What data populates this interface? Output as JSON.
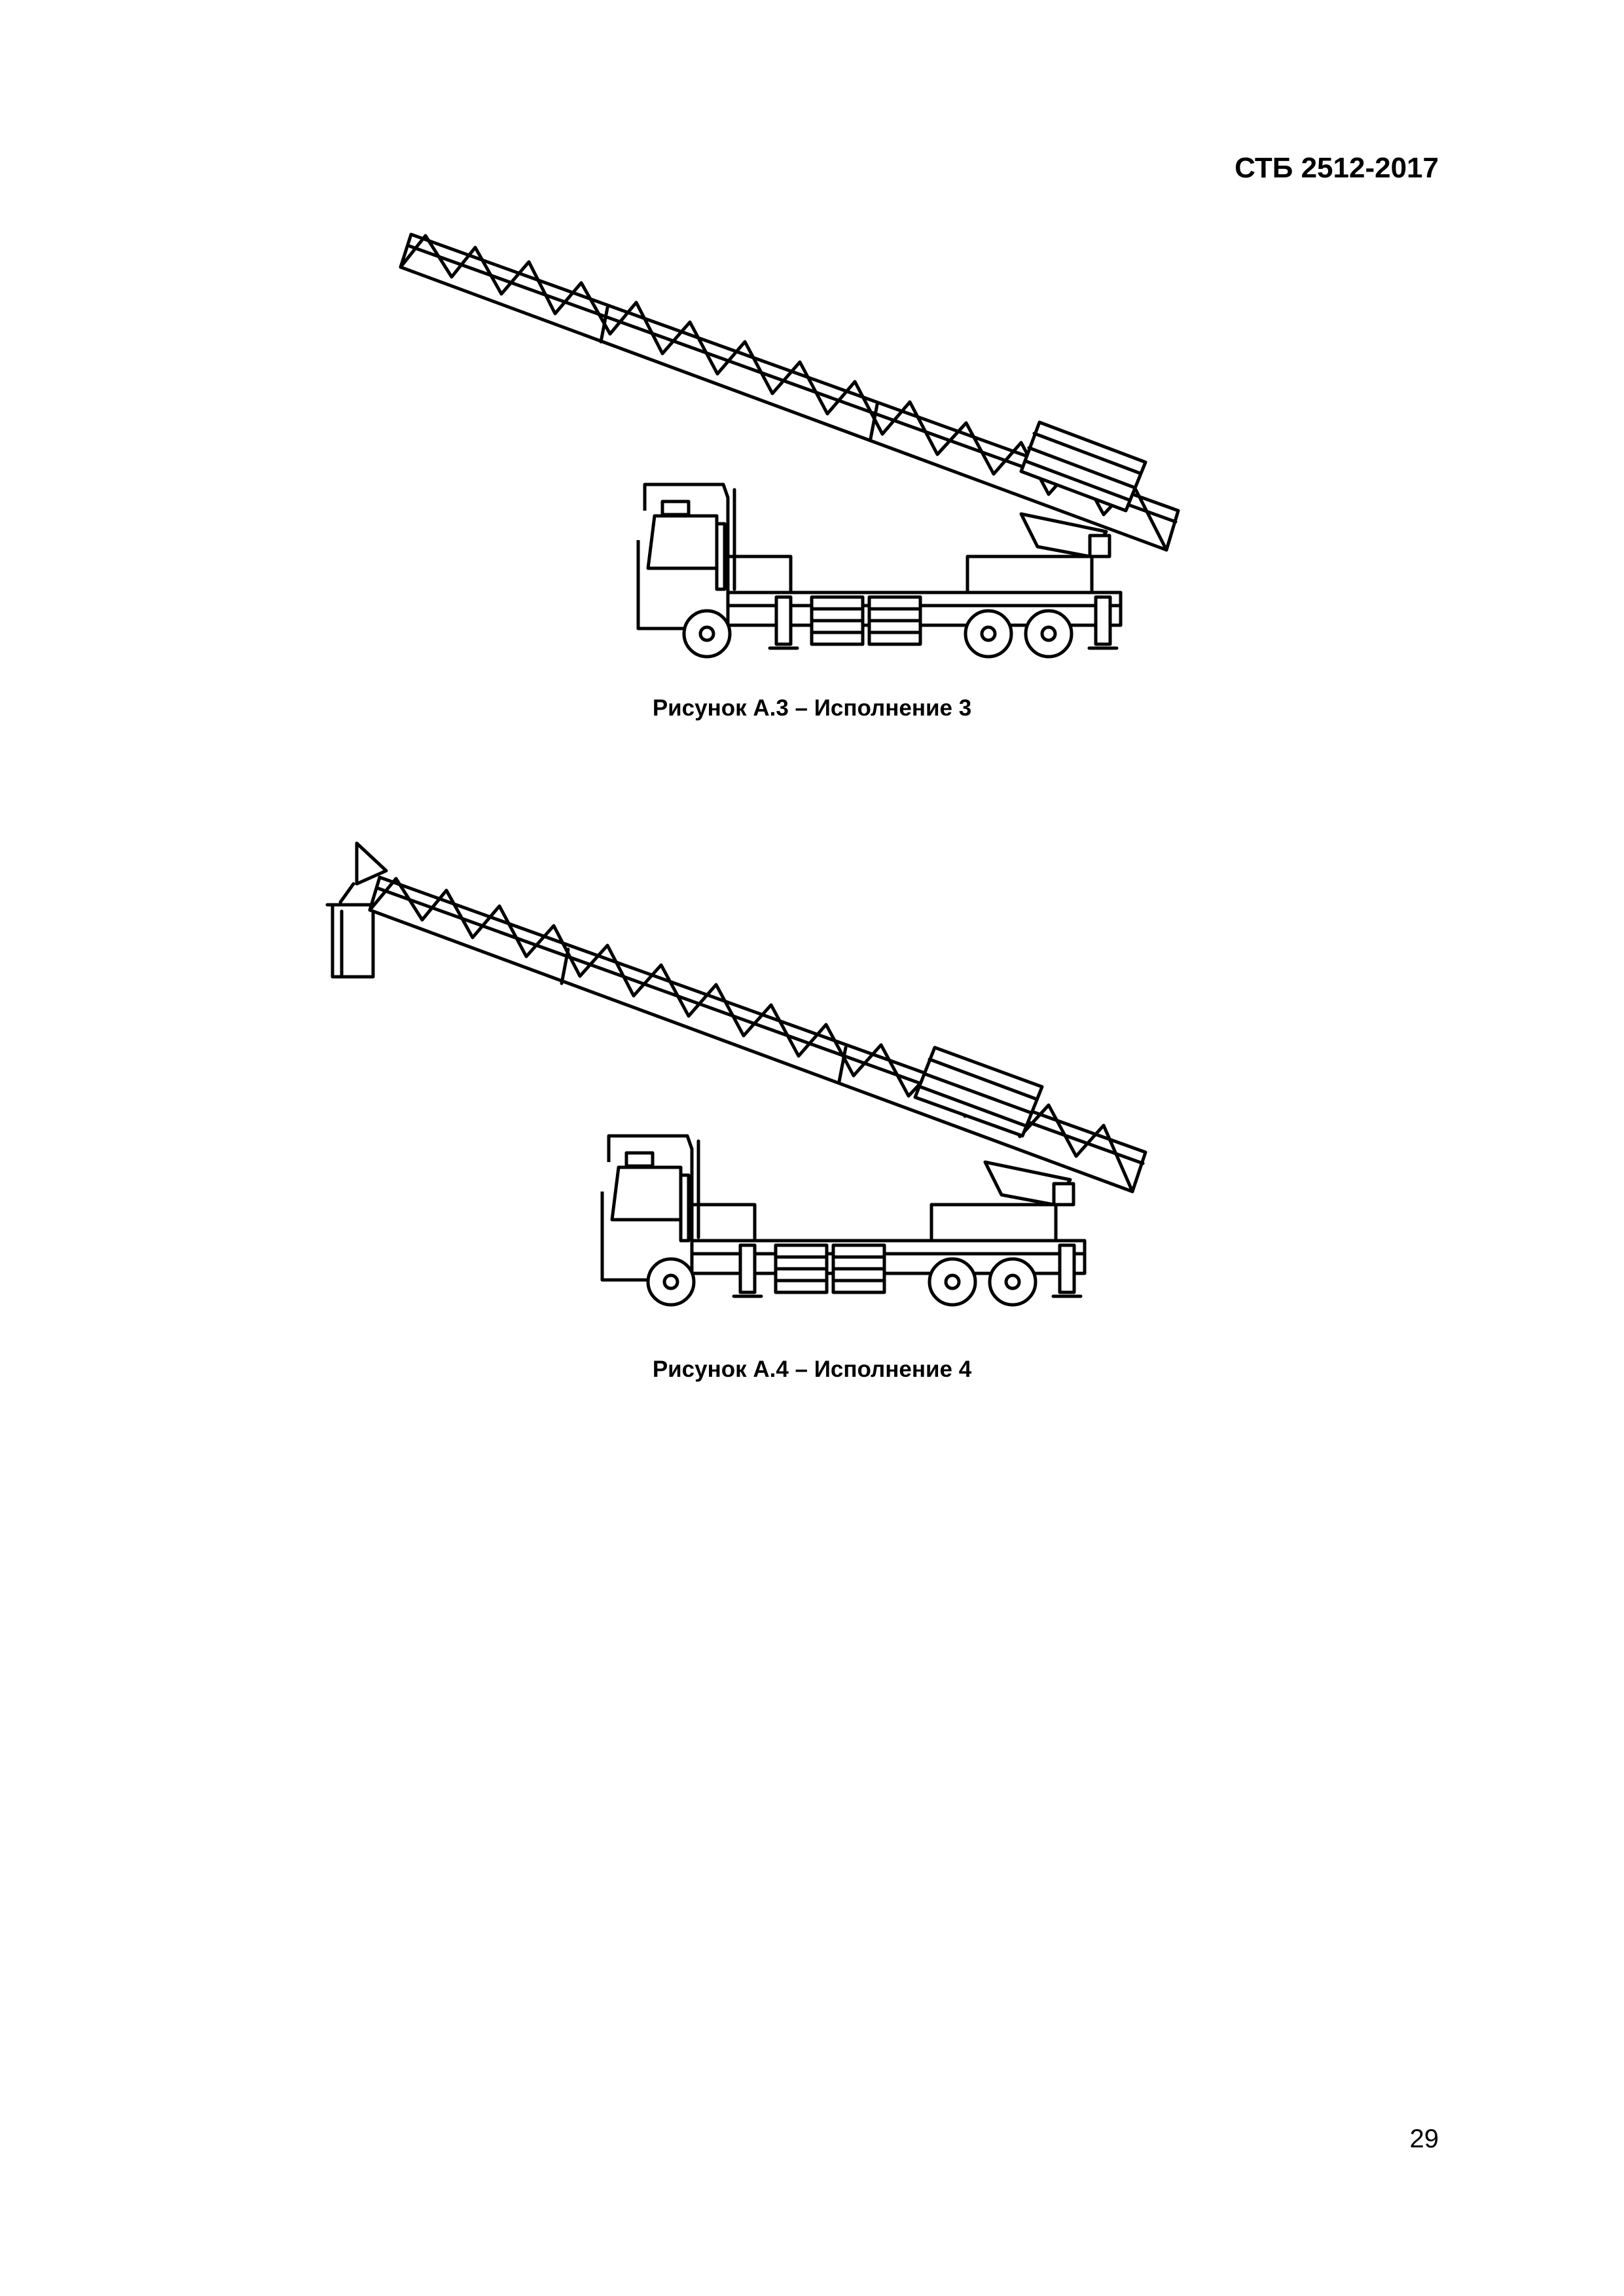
{
  "header": {
    "standard_code": "СТБ 2512-2017"
  },
  "figures": [
    {
      "id": "A.3",
      "caption": "Рисунок А.3 – Исполнение 3",
      "variant": "ladder-truck-without-cradle"
    },
    {
      "id": "A.4",
      "caption": "Рисунок А.4 – Исполнение 4",
      "variant": "ladder-truck-with-cradle"
    }
  ],
  "footer": {
    "page_number": "29"
  }
}
